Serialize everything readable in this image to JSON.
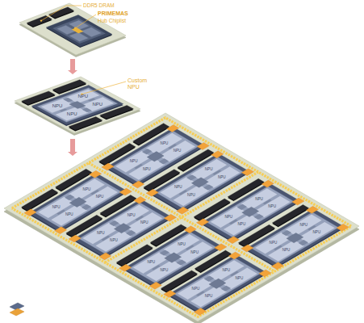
{
  "diagram": {
    "labels": [
      "DDR5 DRAM",
      "PRIMEMAS",
      "Hub Chiplist",
      "Custom NPU",
      "NPU",
      "NPU",
      "NPU",
      "NPU",
      "NPU",
      "NPU",
      "NPU",
      "NPU",
      "NPU",
      "NPU",
      "NPU",
      "NPU",
      "NPU",
      "NPU",
      "NPU",
      "NPU",
      "NPU",
      "NPU",
      "NPU",
      "NPU",
      "NPU",
      "NPU",
      "NPU",
      "NPU",
      "NPU",
      "NPU",
      "NPU",
      "NPU",
      "NPU",
      "NPU",
      "NPU",
      "NPU",
      "NPU",
      "NPU",
      "NPU",
      "NPU"
    ]
  }
}
